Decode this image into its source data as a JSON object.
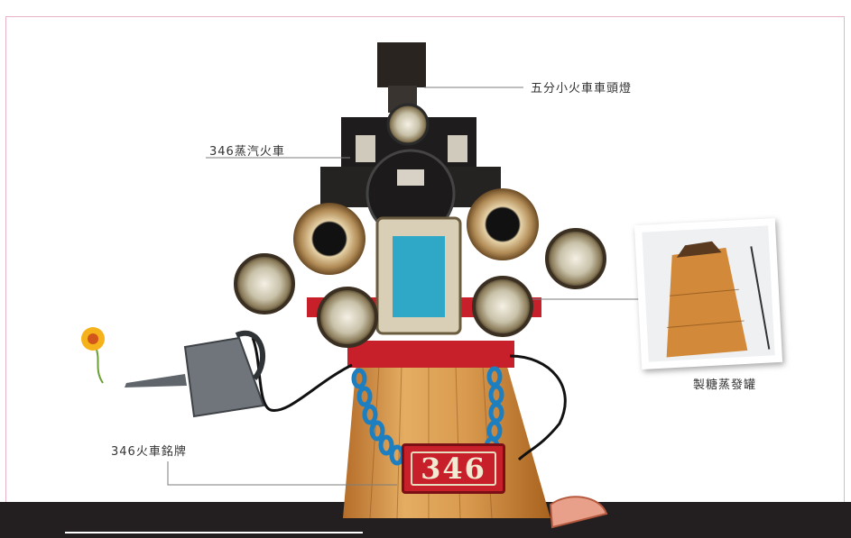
{
  "labels": {
    "headlight_label": "五分小火車車頭燈",
    "steam_train_label": "346蒸汽火車",
    "sugar_tank_label": "製糖蒸發罐",
    "nameplate_label": "346火車銘牌"
  },
  "nameplate": {
    "number": "346"
  },
  "colors": {
    "frame_border": "#e8b3c4",
    "bottom_bar": "#231f20",
    "wood": "#d99a4e",
    "red": "#c8202a",
    "chain": "#1e7fc0"
  }
}
